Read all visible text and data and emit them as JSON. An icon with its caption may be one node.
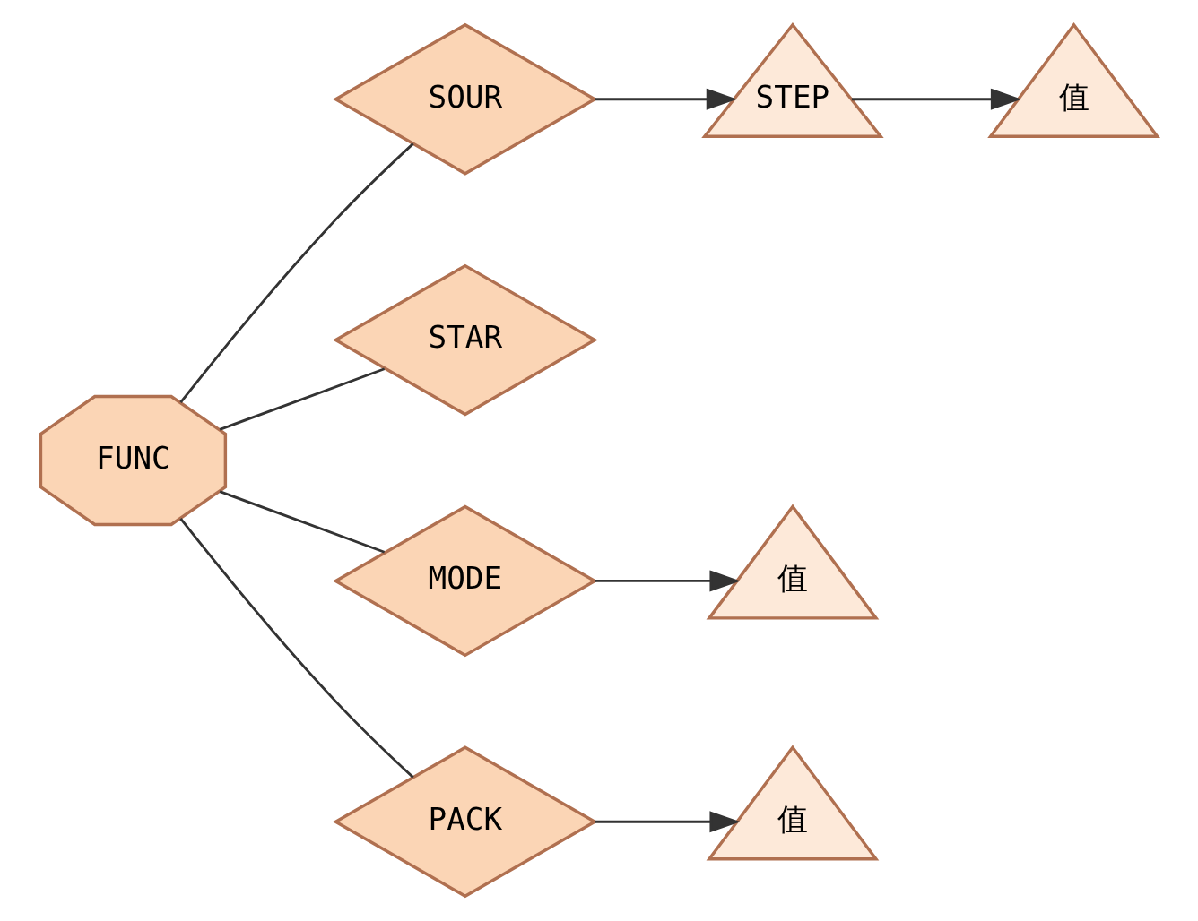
{
  "diagram": {
    "nodes": [
      {
        "text": [
          "FUNC"
        ]
      },
      {
        "text": [
          "SOUR"
        ]
      },
      {
        "text": [
          "STAR"
        ]
      },
      {
        "text": [
          "MODE"
        ]
      },
      {
        "text": [
          "PACK"
        ]
      },
      {
        "text": [
          "STEP"
        ]
      },
      {
        "text": [
          "值"
        ]
      },
      {
        "text": [
          "值"
        ]
      },
      {
        "text": [
          "值"
        ]
      }
    ],
    "edges": [
      {
        "from": 0,
        "to": 1,
        "arrow": "none"
      },
      {
        "from": 0,
        "to": 2,
        "arrow": "none"
      },
      {
        "from": 0,
        "to": 3,
        "arrow": "none"
      },
      {
        "from": 0,
        "to": 4,
        "arrow": "none"
      },
      {
        "from": 1,
        "to": 5,
        "arrow": "to"
      },
      {
        "from": 5,
        "to": 6,
        "arrow": "to"
      },
      {
        "from": 3,
        "to": 7,
        "arrow": "to"
      },
      {
        "from": 4,
        "to": 8,
        "arrow": "to"
      }
    ]
  }
}
